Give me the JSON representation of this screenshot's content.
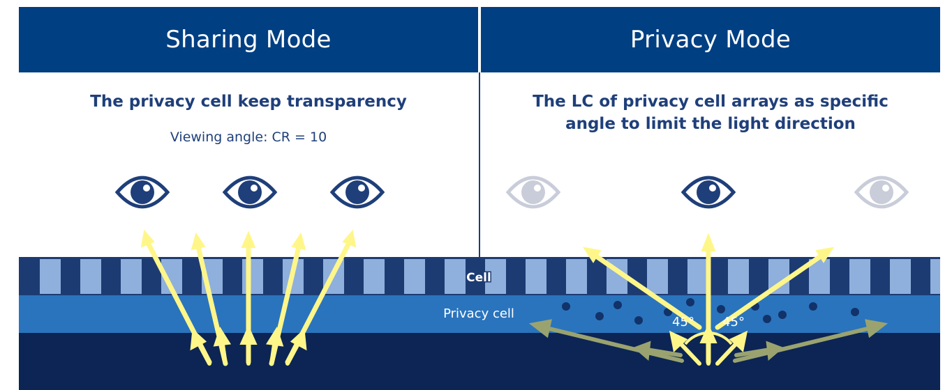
{
  "left_panel": {
    "header": "Sharing Mode",
    "title": "The privacy cell keep transparency",
    "subtitle": "Viewing angle: CR = 10"
  },
  "right_panel": {
    "header": "Privacy Mode",
    "title_line1": "The LC of privacy cell arrays as specific",
    "title_line2": "angle to limit the light direction"
  },
  "layers": {
    "cell_label": "Cell",
    "privacy_cell_label": "Privacy cell"
  },
  "angles": {
    "left": "45°",
    "right": "45°"
  },
  "icons": {
    "visible_eye": "eye-icon",
    "blocked_eye": "eye-icon-faded"
  },
  "colors": {
    "header_bg": "#003f82",
    "text_blue": "#1f3f7a",
    "eye_active": "#1f3f7a",
    "eye_inactive": "#c9cdd9",
    "cell_dark": "#1d3b73",
    "cell_light": "#8fb0dc",
    "privacy_layer": "#2a74bd",
    "backlight": "#0d2554",
    "light_arrow": "#fff68a",
    "blocked_arrow": "#9aa36f"
  }
}
